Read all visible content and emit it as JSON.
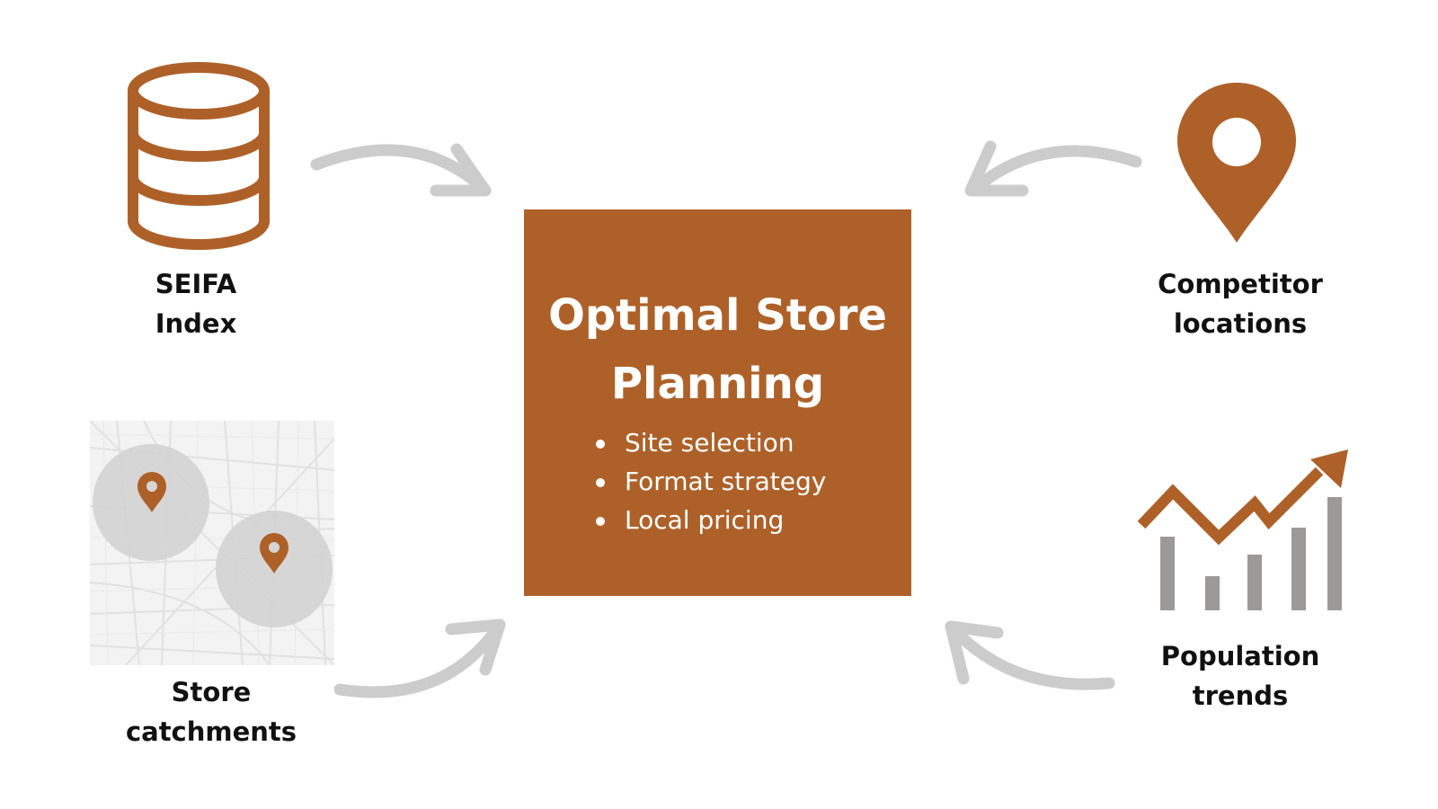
{
  "center": {
    "title_line1": "Optimal Store",
    "title_line2": "Planning",
    "bullets": [
      "Site selection",
      "Format strategy",
      "Local pricing"
    ]
  },
  "inputs": {
    "seifa": {
      "line1": "SEIFA",
      "line2": "Index",
      "icon": "database-icon"
    },
    "competitor": {
      "line1": "Competitor",
      "line2": "locations",
      "icon": "map-pin-icon"
    },
    "catchments": {
      "line1": "Store",
      "line2": "catchments",
      "icon": "catchment-map-icon"
    },
    "population": {
      "line1": "Population",
      "line2": "trends",
      "icon": "trend-chart-icon"
    }
  },
  "colors": {
    "accent": "#ad6129",
    "arrow": "#cccccc",
    "bar": "#9c9a99",
    "text": "#111111",
    "map_circle": "#d4d3d3"
  }
}
